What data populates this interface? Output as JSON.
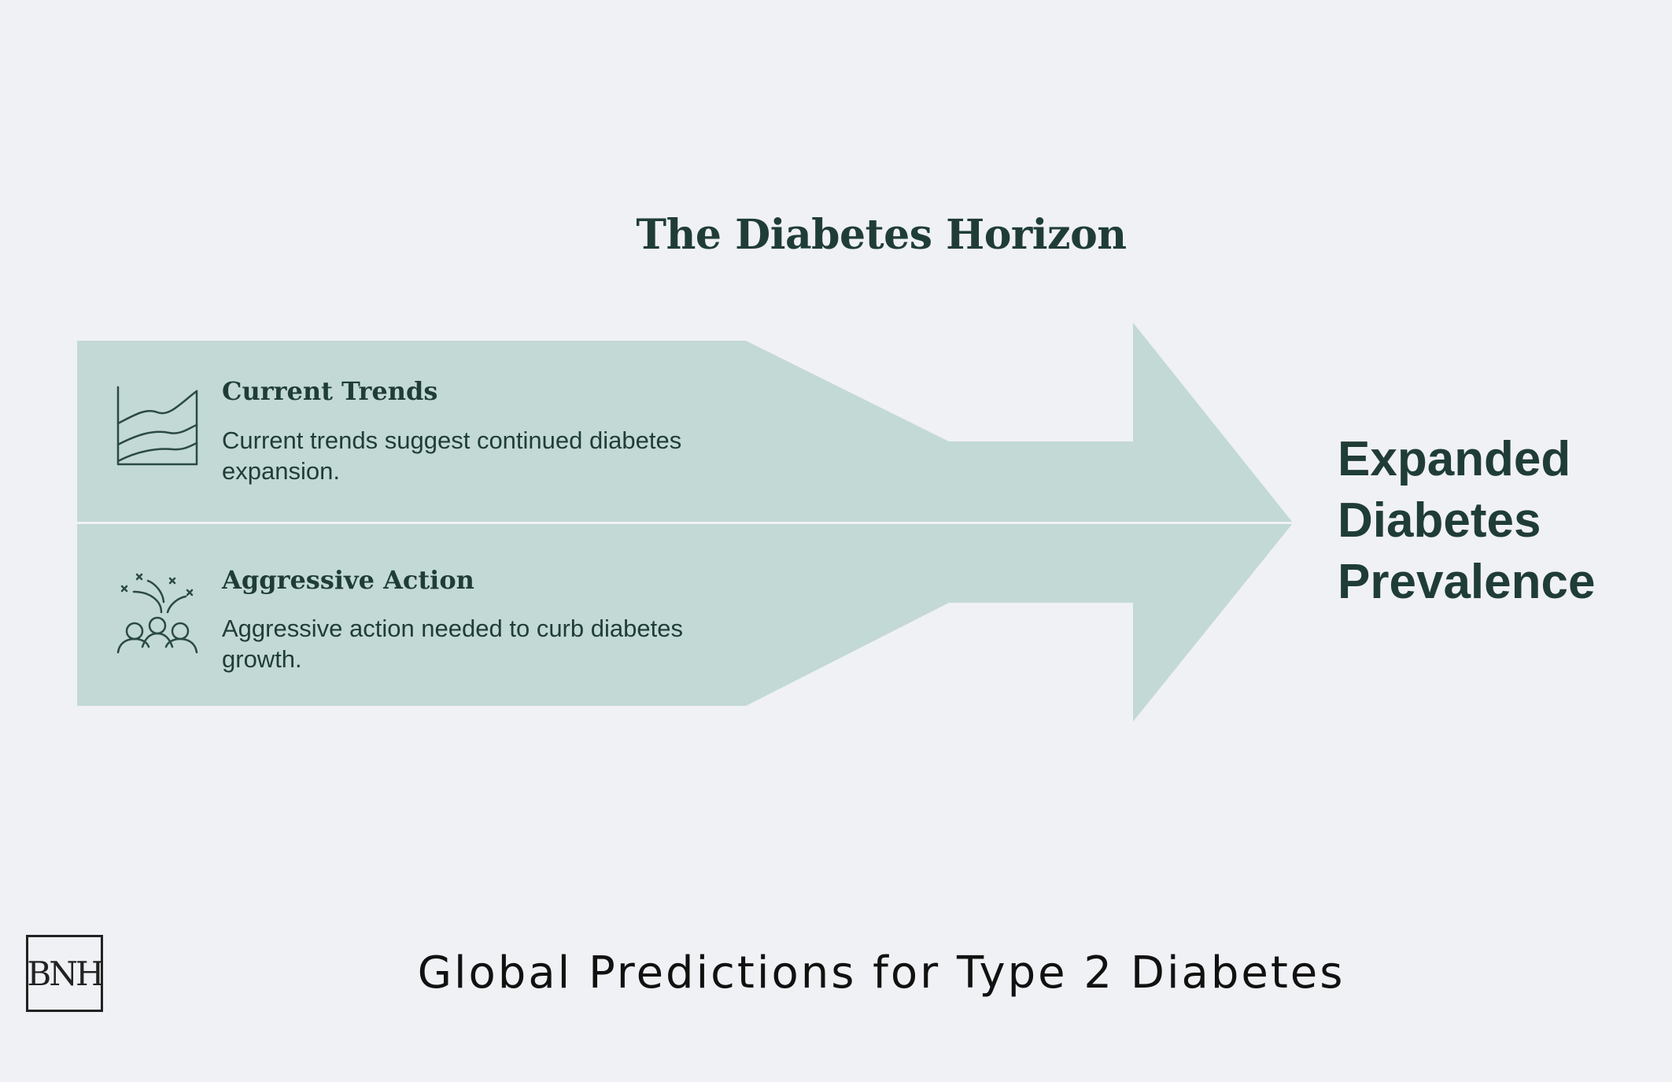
{
  "title": "The Diabetes Horizon",
  "items": [
    {
      "heading": "Current Trends",
      "description": "Current trends suggest continued diabetes expansion.",
      "icon": "trend-chart-icon"
    },
    {
      "heading": "Aggressive Action",
      "description": "Aggressive action needed to curb diabetes growth.",
      "icon": "group-celebration-icon"
    }
  ],
  "outcome": "Expanded Diabetes Prevalence",
  "footer": "Global Predictions for Type 2 Diabetes",
  "logo": "BNH",
  "colors": {
    "background": "#f0f1f4",
    "arrow_fill": "#c3d9d5",
    "text": "#1f3d36",
    "divider": "#f0f1f4"
  }
}
